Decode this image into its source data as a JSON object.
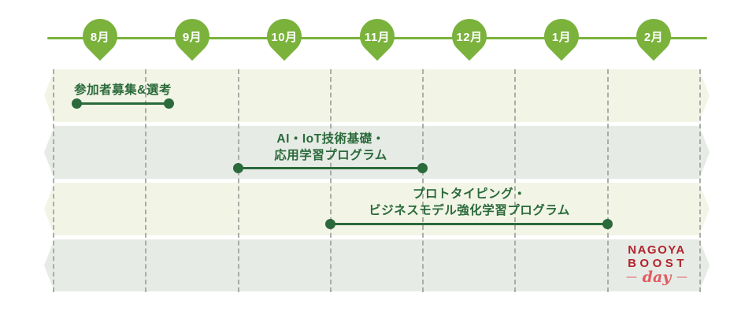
{
  "timeline": {
    "months": [
      "8月",
      "9月",
      "10月",
      "11月",
      "12月",
      "1月",
      "2月"
    ]
  },
  "tasks": [
    {
      "lines": [
        "参加者募集&選考"
      ]
    },
    {
      "lines": [
        "AI・IoT技術基礎・",
        "応用学習プログラム"
      ]
    },
    {
      "lines": [
        "プロトタイピング・",
        "ビジネスモデル強化学習プログラム"
      ]
    }
  ],
  "logo": {
    "line1": "NAGOYA",
    "line2": "BOOST",
    "day": "day",
    "dash": "—"
  },
  "colors": {
    "pin_green": "#7ab23c",
    "task_dark_green": "#2b6a3b",
    "row_light_bg": "#f2f5e6",
    "row_gray_bg": "#e6ebe5",
    "gridline_gray": "#aaaca8",
    "logo_dark_red": "#b2242e",
    "logo_light_red": "#e15b61"
  },
  "chart_data": {
    "type": "gantt",
    "months": [
      "8月",
      "9月",
      "10月",
      "11月",
      "12月",
      "1月",
      "2月"
    ],
    "tasks": [
      {
        "name": "参加者募集&選考",
        "start_month": 8.25,
        "end_month": 9.25
      },
      {
        "name": "AI・IoT技術基礎・応用学習プログラム",
        "start_month": 10.0,
        "end_month": 12.0
      },
      {
        "name": "プロトタイピング・ビジネスモデル強化学習プログラム",
        "start_month": 11.0,
        "end_month": 14.0
      }
    ],
    "footer_logo": "NAGOYA BOOST day",
    "layout": {
      "rows": 4,
      "gridlines": "dashed-month-boundaries",
      "axis": "top-month-pins"
    }
  }
}
